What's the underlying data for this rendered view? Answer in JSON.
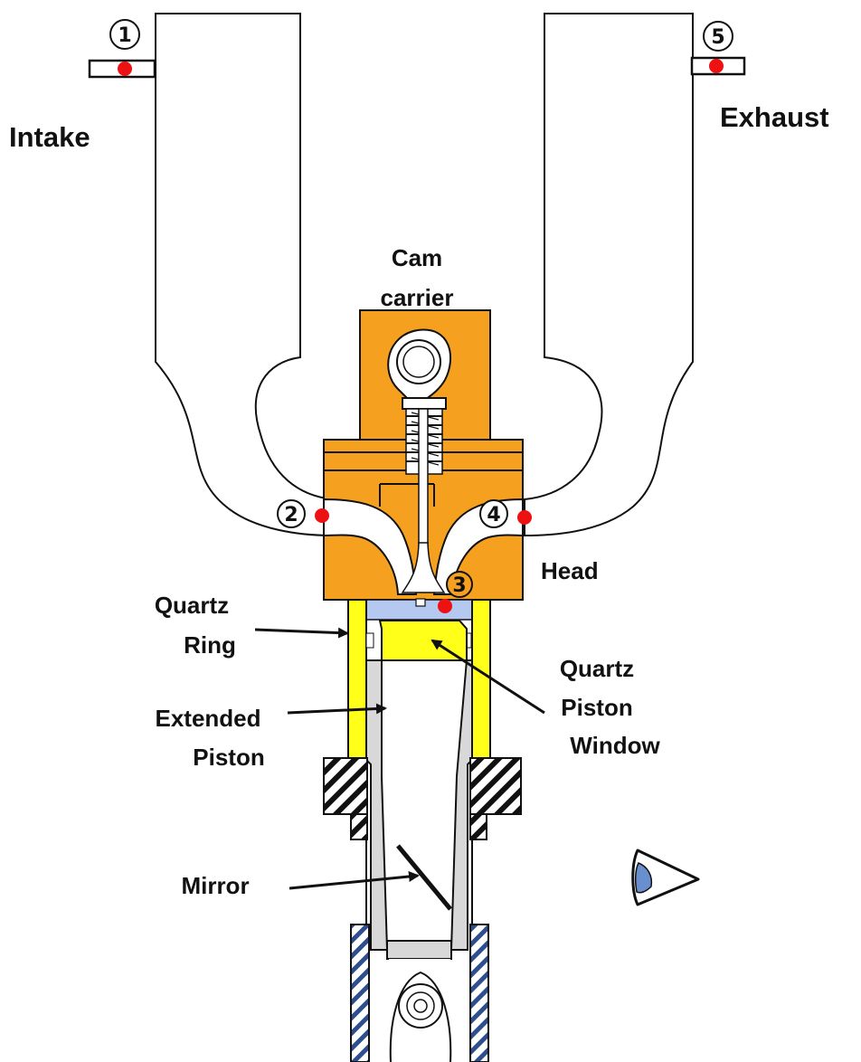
{
  "colors": {
    "head": "#F5A01F",
    "quartz": "#FFFF1A",
    "gap": "#B4C8F0",
    "sensor": "#EE1111",
    "piston": "#D8D8D8",
    "blue_hatch": "#2E4F8F"
  },
  "labels": {
    "intake": "Intake",
    "exhaust": "Exhaust",
    "cam_carrier_line1": "Cam",
    "cam_carrier_line2": "carrier",
    "head": "Head",
    "quartz_ring_line1": "Quartz",
    "quartz_ring_line2": "Ring",
    "extended_piston_line1": "Extended",
    "extended_piston_line2": "Piston",
    "quartz_piston_window_line1": "Quartz",
    "quartz_piston_window_line2": "Piston",
    "quartz_piston_window_line3": "Window",
    "mirror": "Mirror"
  },
  "sensors": [
    {
      "id": "1",
      "label": "1"
    },
    {
      "id": "2",
      "label": "2"
    },
    {
      "id": "3",
      "label": "3"
    },
    {
      "id": "4",
      "label": "4"
    },
    {
      "id": "5",
      "label": "5"
    }
  ],
  "icons": {
    "eye": "eye-icon"
  }
}
